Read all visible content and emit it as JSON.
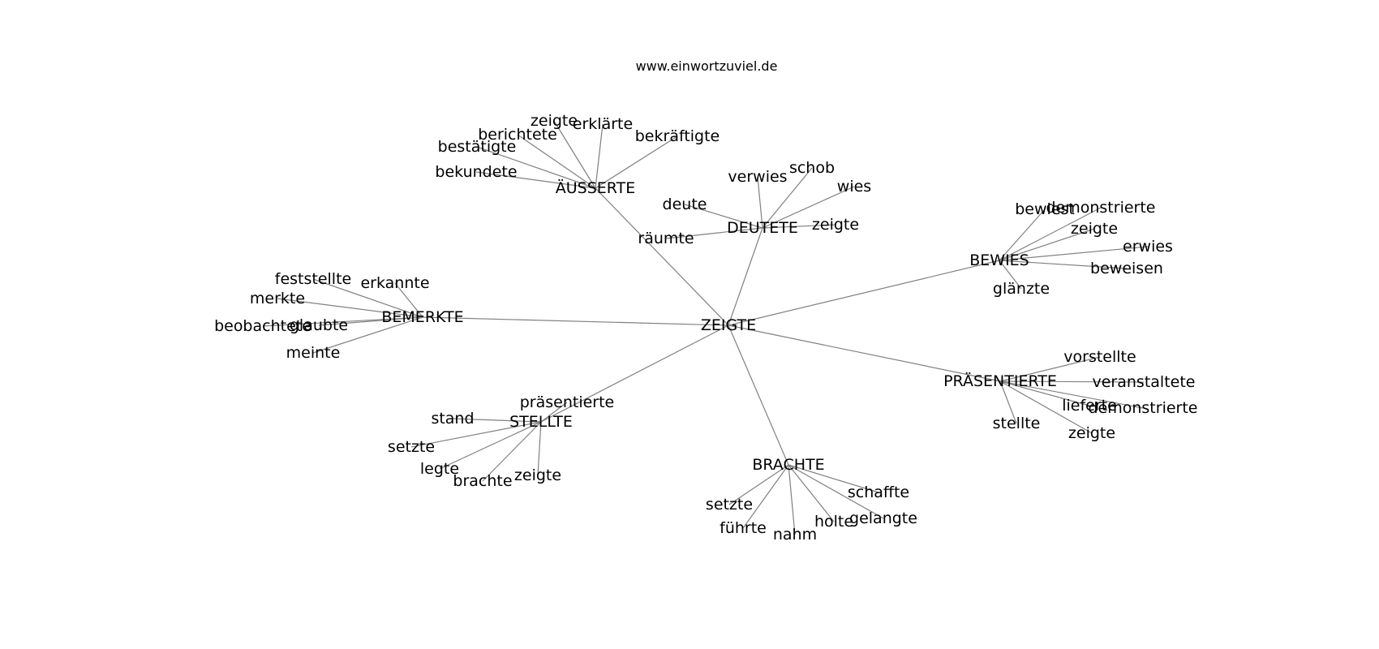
{
  "caption": "www.einwortzuviel.de",
  "colors": {
    "edge": "#808080",
    "text": "#000000",
    "background": "#ffffff"
  },
  "graph": {
    "center": "ZEIGTE",
    "hubs": [
      {
        "id": "aeusserte",
        "label": "ÄUSSERTE",
        "words": [
          "zeigte",
          "erklärte",
          "berichtete",
          "bekräftigte",
          "bestätigte",
          "bekundete"
        ]
      },
      {
        "id": "deutete",
        "label": "DEUTETE",
        "words": [
          "verwies",
          "schob",
          "wies",
          "deute",
          "zeigte",
          "räumte"
        ]
      },
      {
        "id": "bewies",
        "label": "BEWIES",
        "words": [
          "bewiest",
          "demonstrierte",
          "zeigte",
          "erwies",
          "beweisen",
          "glänzte"
        ]
      },
      {
        "id": "bemerkte",
        "label": "BEMERKTE",
        "words": [
          "feststellte",
          "erkannte",
          "merkte",
          "beobachtete",
          "glaubte",
          "meinte"
        ]
      },
      {
        "id": "praesentierte",
        "label": "PRÄSENTIERTE",
        "words": [
          "vorstellte",
          "veranstaltete",
          "lieferte",
          "demonstrierte",
          "stellte",
          "zeigte"
        ]
      },
      {
        "id": "stellte",
        "label": "STELLTE",
        "words": [
          "präsentierte",
          "stand",
          "setzte",
          "legte",
          "brachte",
          "zeigte"
        ]
      },
      {
        "id": "brachte",
        "label": "BRACHTE",
        "words": [
          "schaffte",
          "setzte",
          "gelangte",
          "holte",
          "führte",
          "nahm"
        ]
      }
    ]
  }
}
